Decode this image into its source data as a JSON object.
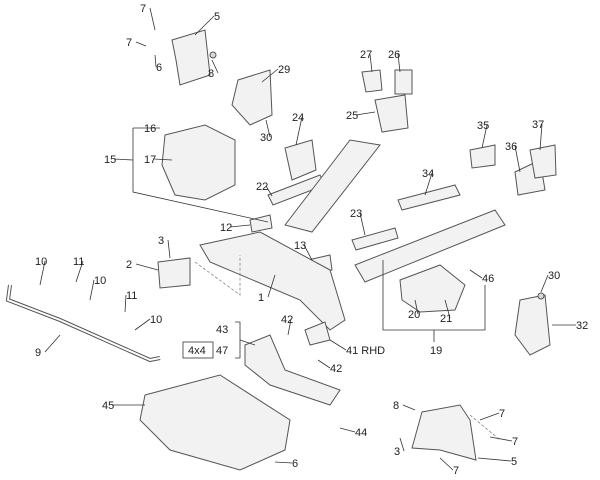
{
  "callouts": [
    "7",
    "7",
    "5",
    "6",
    "8",
    "29",
    "30",
    "27",
    "26",
    "25",
    "24",
    "16",
    "15",
    "17",
    "22",
    "35",
    "37",
    "36",
    "34",
    "23",
    "12",
    "13",
    "3",
    "2",
    "1",
    "10",
    "11",
    "10",
    "11",
    "10",
    "9",
    "42",
    "41 RHD",
    "42",
    "43",
    "47",
    "46",
    "20",
    "21",
    "19",
    "30",
    "32",
    "45",
    "44",
    "6",
    "8",
    "7",
    "3",
    "7",
    "7",
    "5"
  ],
  "variant_box": "4x4"
}
